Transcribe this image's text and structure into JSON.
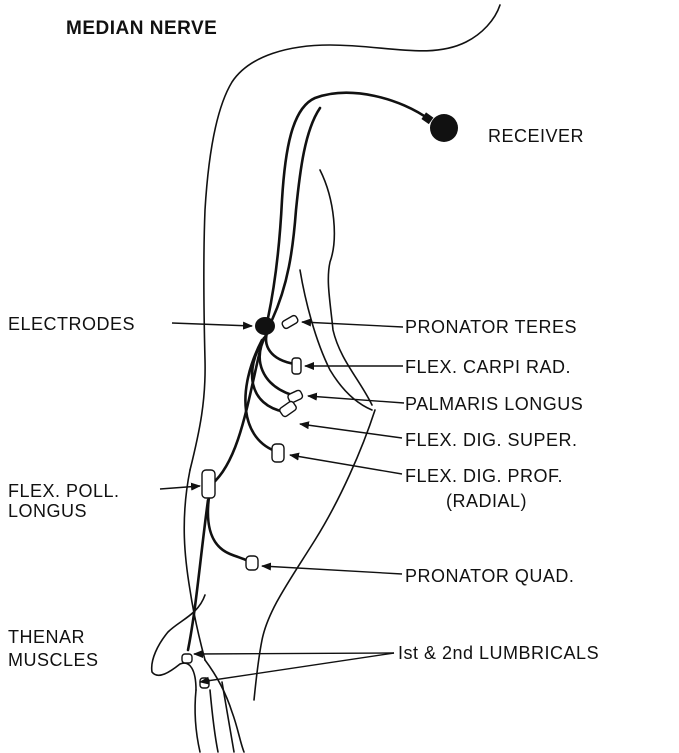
{
  "title": "MEDIAN NERVE",
  "labels": {
    "receiver": "RECEIVER",
    "electrodes": "ELECTRODES",
    "pronator_teres": "PRONATOR TERES",
    "flex_carpi_rad": "FLEX. CARPI RAD.",
    "palmaris_longus": "PALMARIS LONGUS",
    "flex_dig_super": "FLEX. DIG. SUPER.",
    "flex_dig_prof": "FLEX. DIG. PROF.",
    "flex_dig_prof_sub": "(RADIAL)",
    "flex_poll": "FLEX. POLL.",
    "flex_poll_sub": "LONGUS",
    "pronator_quad": "PRONATOR QUAD.",
    "thenar": "THENAR",
    "thenar_sub": "MUSCLES",
    "lumbricals": "Ist & 2nd  LUMBRICALS"
  }
}
